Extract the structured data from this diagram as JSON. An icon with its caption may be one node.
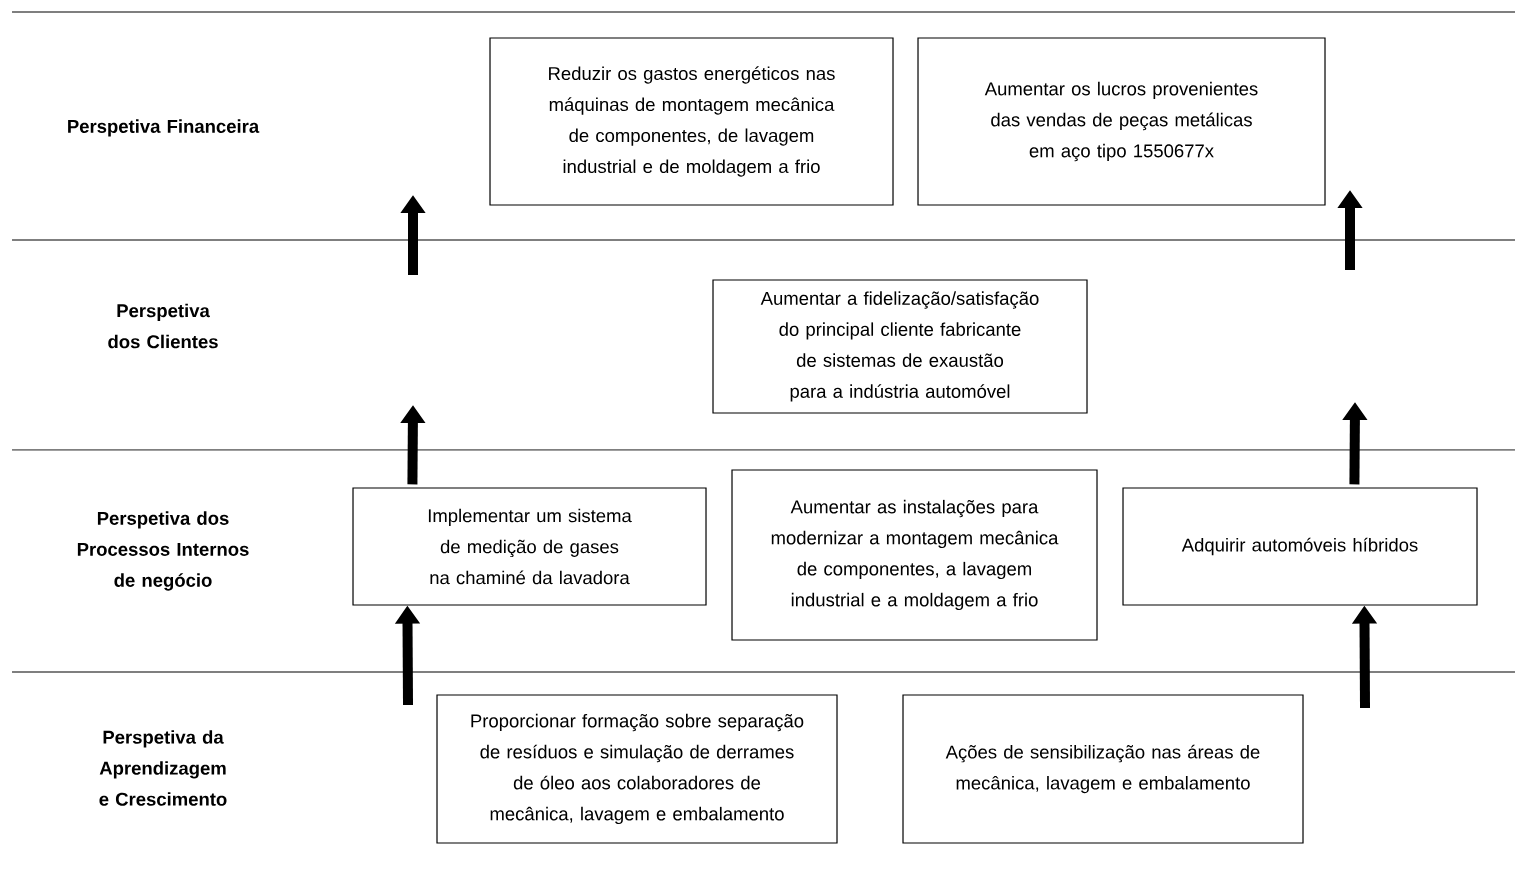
{
  "diagram": {
    "nodes": [
      {
        "text": [
          "Reduzir os gastos energéticos nas máquinas de montagem mecânica de componentes, de lavagem industrial e de moldagem a frio"
        ]
      },
      {
        "text": [
          "Aumentar os lucros provenientes das vendas de peças metálicas em aço tipo 1550677x"
        ]
      },
      {
        "text": [
          "Aumentar a fidelização/satisfação do principal cliente fabricante de sistemas de exaustão para a indústria automóvel"
        ]
      },
      {
        "text": [
          "Implementar um sistema de medição de gases na chaminé da lavadora"
        ]
      },
      {
        "text": [
          "Aumentar as instalações para modernizar a montagem mecânica de componentes, a lavagem industrial e a moldagem a frio"
        ]
      },
      {
        "text": [
          "Adquirir automóveis híbridos"
        ]
      },
      {
        "text": [
          "Proporcionar formação sobre separação de resíduos e simulação de derrames de óleo aos colaboradores de mecânica, lavagem e embalamento"
        ]
      },
      {
        "text": [
          "Ações de sensibilização nas áreas de mecânica, lavagem e embalamento"
        ]
      }
    ],
    "edges": [
      {
        "from": null,
        "to": 3,
        "arrow": "to"
      },
      {
        "from": 3,
        "to": null,
        "arrow": "to"
      },
      {
        "from": null,
        "to": 5,
        "arrow": "to"
      },
      {
        "from": 5,
        "to": null,
        "arrow": "to"
      }
    ],
    "labels": [
      "Perspetiva Financeira",
      "Perspetiva dos Clientes",
      "Perspetiva dos Processos Internos de negócio",
      "Perspetiva da Aprendizagem e Crescimento"
    ]
  }
}
